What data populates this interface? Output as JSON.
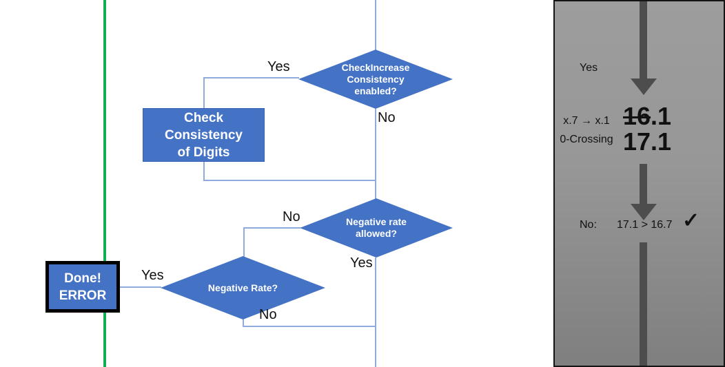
{
  "flowchart": {
    "decision_check_increase": {
      "label": "CheckIncrease\nConsistency\nenabled?",
      "yes_label": "Yes",
      "no_label": "No"
    },
    "process_check_consistency": {
      "label": "Check Consistency\nof Digits"
    },
    "decision_negative_rate_allowed": {
      "label": "Negative rate\nallowed?",
      "no_label": "No",
      "yes_label": "Yes"
    },
    "decision_negative_rate": {
      "label": "Negative Rate?",
      "yes_label": "Yes",
      "no_label": "No"
    },
    "terminal_done_error": {
      "label": "Done!\nERROR"
    }
  },
  "side_panel": {
    "yes_label": "Yes",
    "crossing_note": "x.7 → x.1\n0-Crossing",
    "old_value_struck": "16",
    "old_value_rest": ".1",
    "new_value": "17.1",
    "result_prefix": "No:",
    "result_comparison": "17.1 > 16.7",
    "checkmark": "✓"
  },
  "colors": {
    "shape_blue": "#4472C4",
    "connector_blue": "#8FAADC",
    "green_line": "#10AD55",
    "arrow_gray": "#4D4D4D",
    "panel_gray_top": "#9d9d9d",
    "panel_gray_bottom": "#7f7f7f"
  }
}
